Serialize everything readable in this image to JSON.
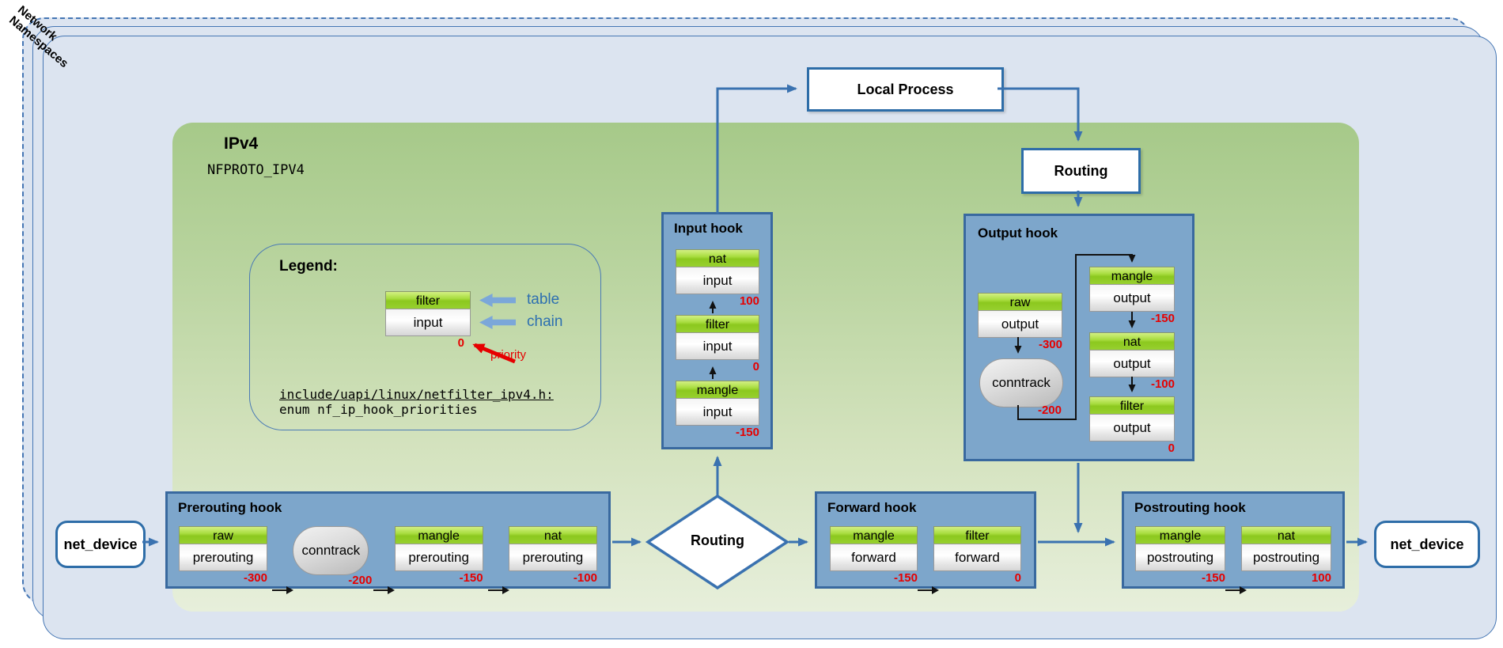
{
  "namespace_label": {
    "line1": "Network",
    "line2": "Namespaces"
  },
  "panel": {
    "title": "IPv4",
    "subtitle": "NFPROTO_IPV4"
  },
  "legend": {
    "title": "Legend:",
    "sample": {
      "table": "filter",
      "chain": "input",
      "priority": "0"
    },
    "table_label": "table",
    "chain_label": "chain",
    "priority_label": "priority",
    "include_line": "include/uapi/linux/netfilter_ipv4.h:",
    "enum_line": "enum nf_ip_hook_priorities"
  },
  "nodes": {
    "local_process": "Local Process",
    "routing_top": "Routing",
    "routing_diamond": "Routing",
    "net_device_in": "net_device",
    "net_device_out": "net_device"
  },
  "hooks": {
    "prerouting": {
      "title": "Prerouting hook",
      "items": [
        {
          "type": "pair",
          "table": "raw",
          "chain": "prerouting",
          "priority": "-300"
        },
        {
          "type": "conntrack",
          "label": "conntrack",
          "priority": "-200"
        },
        {
          "type": "pair",
          "table": "mangle",
          "chain": "prerouting",
          "priority": "-150"
        },
        {
          "type": "pair",
          "table": "nat",
          "chain": "prerouting",
          "priority": "-100"
        }
      ]
    },
    "input": {
      "title": "Input hook",
      "items": [
        {
          "table": "nat",
          "chain": "input",
          "priority": "100"
        },
        {
          "table": "filter",
          "chain": "input",
          "priority": "0"
        },
        {
          "table": "mangle",
          "chain": "input",
          "priority": "-150"
        }
      ]
    },
    "forward": {
      "title": "Forward hook",
      "items": [
        {
          "table": "mangle",
          "chain": "forward",
          "priority": "-150"
        },
        {
          "table": "filter",
          "chain": "forward",
          "priority": "0"
        }
      ]
    },
    "output": {
      "title": "Output hook",
      "left": [
        {
          "type": "pair",
          "table": "raw",
          "chain": "output",
          "priority": "-300"
        },
        {
          "type": "conntrack",
          "label": "conntrack",
          "priority": "-200"
        }
      ],
      "right": [
        {
          "table": "mangle",
          "chain": "output",
          "priority": "-150"
        },
        {
          "table": "nat",
          "chain": "output",
          "priority": "-100"
        },
        {
          "table": "filter",
          "chain": "output",
          "priority": "0"
        }
      ]
    },
    "postrouting": {
      "title": "Postrouting hook",
      "items": [
        {
          "table": "mangle",
          "chain": "postrouting",
          "priority": "-150"
        },
        {
          "table": "nat",
          "chain": "postrouting",
          "priority": "100"
        }
      ]
    }
  },
  "colors": {
    "accent_blue": "#3a72b0",
    "hook_fill": "#7da6cb",
    "table_green": "#8ec926",
    "priority_red": "#e60000",
    "card_fill": "#dce4f0",
    "panel_green_top": "#a6c989",
    "panel_green_bottom": "#e7efdb"
  }
}
